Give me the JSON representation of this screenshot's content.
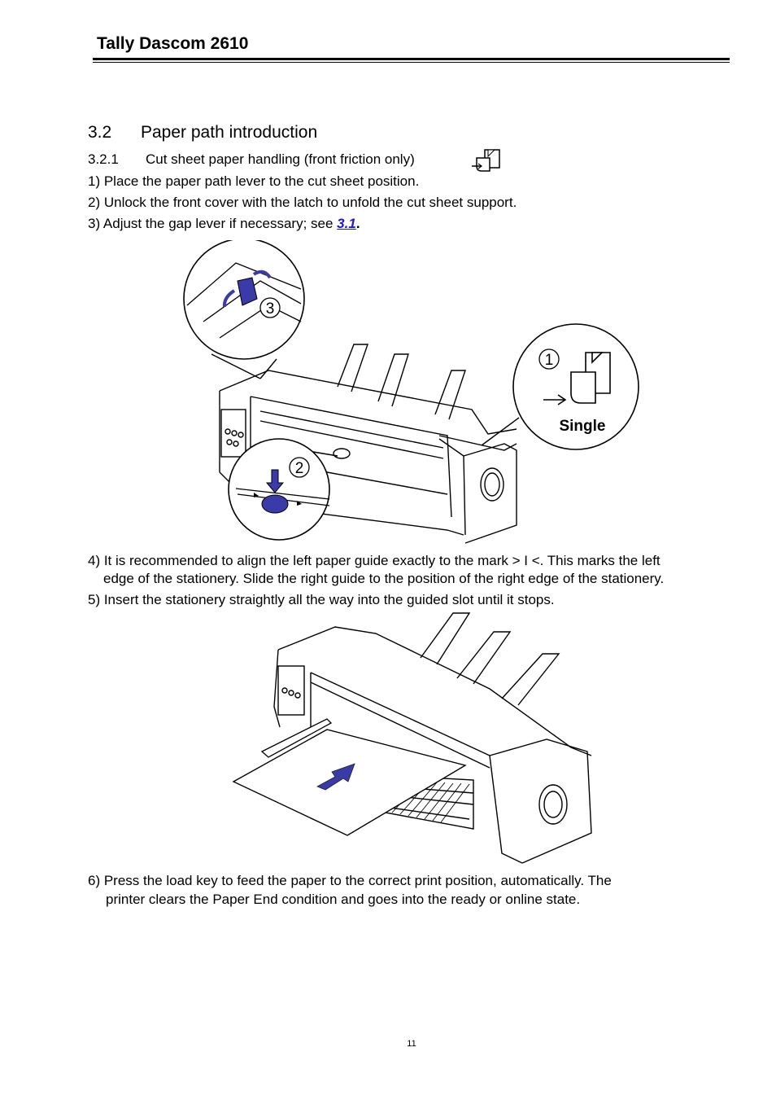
{
  "header": {
    "title": "Tally Dascom 2610"
  },
  "section": {
    "number": "3.2",
    "title": "Paper path introduction"
  },
  "subsection": {
    "number": "3.2.1",
    "title": "Cut sheet paper handling (front friction only)",
    "icon": "cut-sheet-icon"
  },
  "steps": {
    "s1": "1) Place the paper path lever to the cut sheet position.",
    "s2": "2) Unlock the front cover with the latch to unfold the cut sheet support.",
    "s3_prefix": "3) Adjust the gap lever if necessary; see ",
    "s3_link": "3.1",
    "s3_suffix": ".",
    "s4_line1": "4) It is recommended to align the left paper guide exactly to the mark > I <. This marks the left",
    "s4_line2": "edge of the stationery. Slide the right guide to the position of the right edge of the stationery.",
    "s5": "5) Insert the stationery straightly all the way into the guided slot until it stops.",
    "s6_line1": "6) Press the load key to feed the paper to the correct print position, automatically. The",
    "s6_line2": "printer clears the Paper End condition and goes into the ready or online state."
  },
  "figure1": {
    "callout1_number": "1",
    "callout1_label": "Single",
    "callout2_number": "2",
    "callout3_number": "3"
  },
  "colors": {
    "accent": "#3a3aa8",
    "link": "#1a1ad6"
  },
  "footer": {
    "page_number": "11"
  }
}
